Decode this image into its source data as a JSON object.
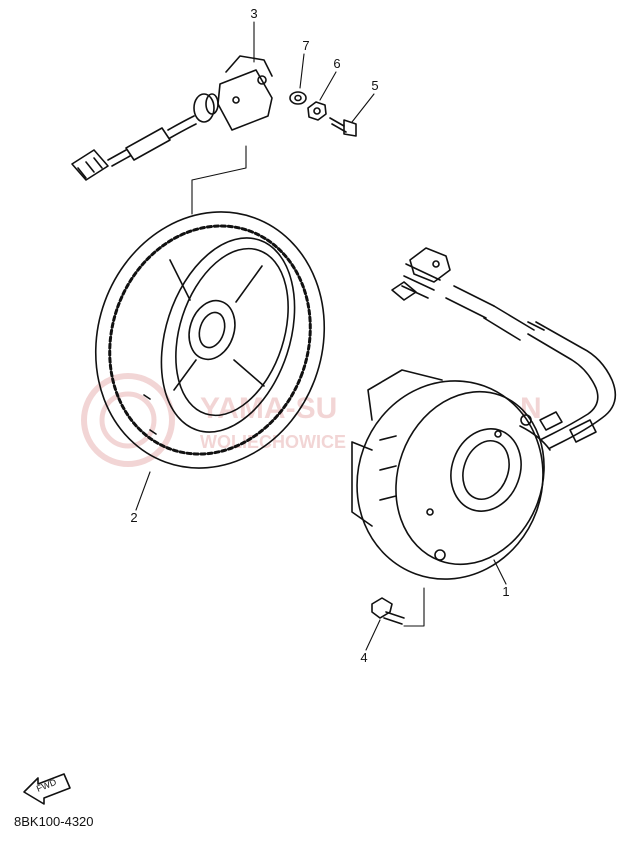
{
  "callouts": {
    "c1": "1",
    "c2": "2",
    "c3": "3",
    "c4": "4",
    "c5": "5",
    "c6": "6",
    "c7": "7"
  },
  "watermark": {
    "line1": "YAMA-SU",
    "line1b": "N",
    "line2": "WOLIECHOWICE",
    "color": "#e8b4b4"
  },
  "fwd_label": "FWD",
  "diagram_code": "8BK100-4320",
  "colors": {
    "ink": "#111111",
    "watermark": "#e8b4b4"
  }
}
